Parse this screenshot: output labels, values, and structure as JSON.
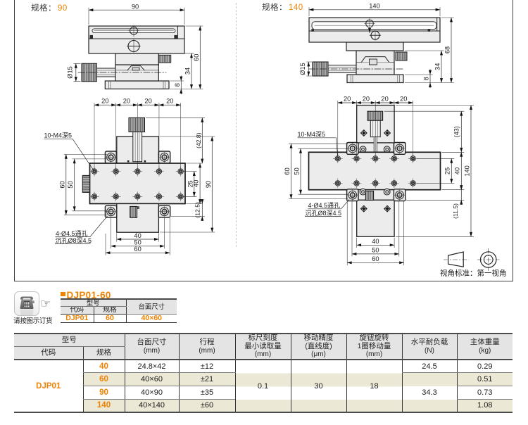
{
  "colors": {
    "accent_orange": "#ef8200",
    "row_beige": "#ece8d6",
    "header_gray": "#e4e4e4"
  },
  "drawings": {
    "left": {
      "spec_label": "规格：",
      "spec_value": "90",
      "front": {
        "width": "90",
        "height": "60",
        "mid_height": "34",
        "base_height": "8",
        "knob_dia": "Ø15"
      },
      "top": {
        "pitch": [
          "20",
          "20",
          "20",
          "20"
        ],
        "knob_to_top": "(42.8)",
        "total": "90",
        "plate_depth": "40",
        "hole_pitch": "25",
        "bottom_offset": "(12.5)",
        "side_60": "60",
        "side_50": "50",
        "bottom_40": "40",
        "bottom_50": "50",
        "bottom_60": "60",
        "leader_holes": "10-M4深5",
        "leader_cbore1": "4-Ø4.5通孔",
        "leader_cbore2": "沉孔Ø8深4.5"
      }
    },
    "right": {
      "spec_label": "规格：",
      "spec_value": "140",
      "front": {
        "width": "140",
        "height": "68",
        "mid_height": "34",
        "base_height": "8",
        "knob_dia": "Ø15"
      },
      "top": {
        "pitch": [
          "20",
          "20",
          "20",
          "20"
        ],
        "knob_to_top": "(43)",
        "total": "140",
        "plate_depth": "40",
        "hole_pitch": "25",
        "bottom_offset": "(11.5)",
        "side_60": "60",
        "side_50": "50",
        "bottom_40": "40",
        "bottom_50": "50",
        "bottom_60": "60",
        "leader_holes": "10-M4深5",
        "leader_cbore1": "4-Ø4.5通孔",
        "leader_cbore2": "沉孔Ø8深4.5"
      }
    },
    "view_note": "视角标准：第一视角"
  },
  "order": {
    "icon_caption": "请按图示订货",
    "hand_icon": "☞",
    "model_title": "DJP01-60",
    "table": {
      "header_model": "型号",
      "header_code": "代码",
      "header_spec": "规格",
      "header_size": "台面尺寸",
      "code": "DJP01",
      "spec": "60",
      "size": "40×60"
    }
  },
  "spec_table": {
    "headers": {
      "model": "型号",
      "code": "代码",
      "spec": "规格",
      "size": "台面尺寸",
      "size_unit": "(mm)",
      "travel": "行程",
      "travel_unit": "(mm)",
      "scale1": "标尺刻度",
      "scale2": "最小读取量",
      "scale_unit": "(mm)",
      "accuracy1": "移动精度",
      "accuracy2": "(直线度)",
      "accuracy_unit": "(μm)",
      "knob1": "旋钮旋转",
      "knob2": "1圈移动量",
      "knob_unit": "(mm)",
      "load": "水平耐负载",
      "load_unit": "(N)",
      "weight": "主体重量",
      "weight_unit": "(kg)"
    },
    "code": "DJP01",
    "rows": [
      {
        "spec": "40",
        "size": "24.8×42",
        "travel": "±12",
        "weight": "0.29"
      },
      {
        "spec": "60",
        "size": "40×60",
        "travel": "±21",
        "weight": "0.51"
      },
      {
        "spec": "90",
        "size": "40×90",
        "travel": "±35",
        "weight": "0.73"
      },
      {
        "spec": "140",
        "size": "40×140",
        "travel": "±60",
        "weight": "1.08"
      }
    ],
    "merged": {
      "scale": "0.1",
      "accuracy": "30",
      "knob": "18",
      "load_small": "24.5",
      "load_large": "34.3"
    }
  }
}
